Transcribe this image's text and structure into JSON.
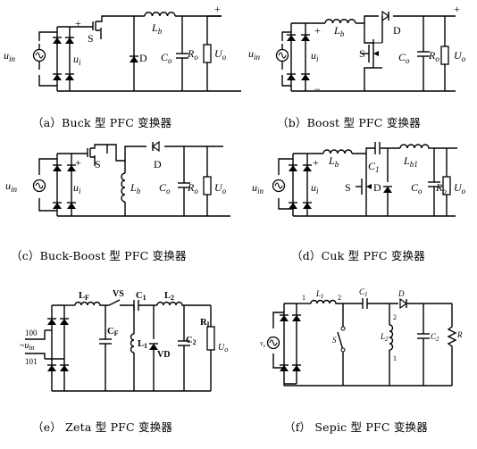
{
  "captions": {
    "a": "（a）Buck 型 PFC 变换器",
    "b": "（b）Boost 型 PFC 变换器",
    "c": "（c）Buck-Boost 型 PFC 变换器",
    "d": "（d）Cuk 型 PFC 变换器",
    "e": "（e）  Zeta  型  PFC  变换器",
    "f": "（f）  Sepic  型  PFC  变换器"
  },
  "labels": {
    "a": {
      "uin": "u",
      "uin_sub": "in",
      "ui": "u",
      "ui_sub": "i",
      "S": "S",
      "D": "D",
      "Lb": "L",
      "Lb_sub": "b",
      "Co": "C",
      "Co_sub": "o",
      "Ro": "R",
      "Ro_sub": "o",
      "Uo": "U",
      "Uo_sub": "o",
      "plus": "+",
      "plus2": "+",
      "minus": "−"
    },
    "b": {
      "uin": "u",
      "uin_sub": "in",
      "ui": "u",
      "ui_sub": "i",
      "S": "S",
      "D": "D",
      "Lb": "L",
      "Lb_sub": "b",
      "Co": "C",
      "Co_sub": "o",
      "Ro": "R",
      "Ro_sub": "o",
      "Uo": "U",
      "Uo_sub": "o",
      "plus": "+",
      "plus2": "+",
      "minus": "−"
    },
    "c": {
      "uin": "u",
      "uin_sub": "in",
      "ui": "u",
      "ui_sub": "i",
      "S": "S",
      "D": "D",
      "Lb": "L",
      "Lb_sub": "b",
      "Co": "C",
      "Co_sub": "o",
      "Ro": "R",
      "Ro_sub": "o",
      "Uo": "U",
      "Uo_sub": "o",
      "plus": "+",
      "minus": "−"
    },
    "d": {
      "uin": "u",
      "uin_sub": "in",
      "ui": "u",
      "ui_sub": "i",
      "S": "S",
      "D": "D",
      "Lb": "L",
      "Lb_sub": "b",
      "C1": "C",
      "C1_sub": "1",
      "Lb1": "L",
      "Lb1_sub": "b1",
      "Co": "C",
      "Co_sub": "o",
      "Ro": "R",
      "Ro_sub": "o",
      "Uo": "U",
      "Uo_sub": "o",
      "plus": "+",
      "minus": "−"
    },
    "e": {
      "LF": "L",
      "LF_sub": "F",
      "VS": "VS",
      "C1": "C",
      "C1_sub": "1",
      "L2": "L",
      "L2_sub": "2",
      "CF": "C",
      "CF_sub": "F",
      "L1": "L",
      "L1_sub": "1",
      "VD": "VD",
      "C2": "C",
      "C2_sub": "2",
      "RL": "R",
      "RL_sub": "L",
      "Uo": "U",
      "Uo_sub": "o",
      "in100": "100",
      "uin": "~u",
      "uin_sub": "in",
      "in101": "101"
    },
    "f": {
      "L1": "L",
      "L1_sub": "1",
      "n2": "2",
      "C1": "C",
      "C1_sub": "1",
      "D": "D",
      "vs": "v",
      "vs_sub": "s",
      "S": "S",
      "L2": "L",
      "L2_sub": "2",
      "n2b": "2",
      "n1": "1",
      "n1b": "1",
      "C2": "C",
      "C2_sub": "2",
      "R": "R"
    }
  }
}
